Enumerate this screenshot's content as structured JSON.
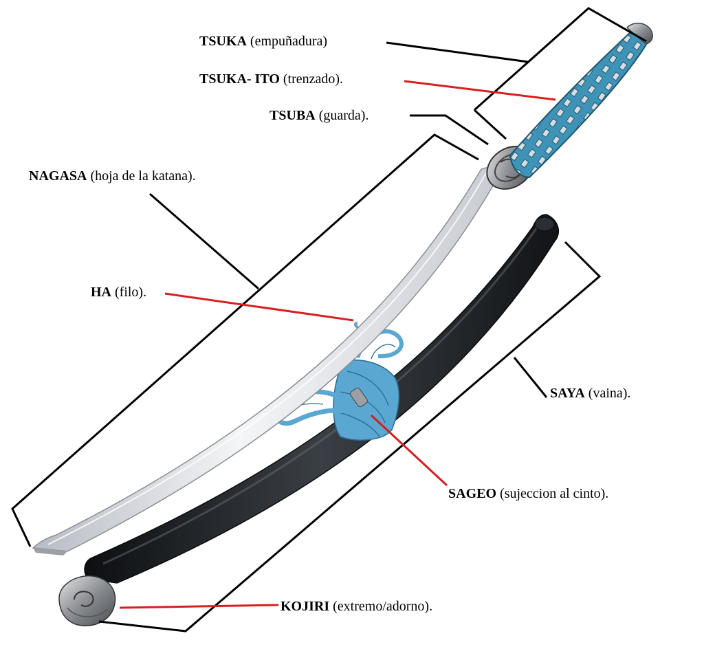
{
  "colors": {
    "leader_black": "#000000",
    "leader_red": "#d81e1e",
    "handle_wrap": "#3e93b6",
    "scabbard": "#1e2124",
    "blade": "#dfe1e5",
    "sageo_cord": "#5aa7d2"
  },
  "labels": {
    "tsuka": {
      "term": "TSUKA",
      "desc": " (empuñadura)"
    },
    "tsuka_ito": {
      "term": "TSUKA- ITO",
      "desc": " (trenzado)."
    },
    "tsuba": {
      "term": "TSUBA",
      "desc": " (guarda)."
    },
    "nagasa": {
      "term": "NAGASA",
      "desc": " (hoja de la katana)."
    },
    "ha": {
      "term": "HA",
      "desc": " (filo)."
    },
    "saya": {
      "term": "SAYA",
      "desc": " (vaina)."
    },
    "sageo": {
      "term": "SAGEO",
      "desc": " (sujeccion al cinto)."
    },
    "kojiri": {
      "term": "KOJIRI",
      "desc": " (extremo/adorno)."
    }
  }
}
